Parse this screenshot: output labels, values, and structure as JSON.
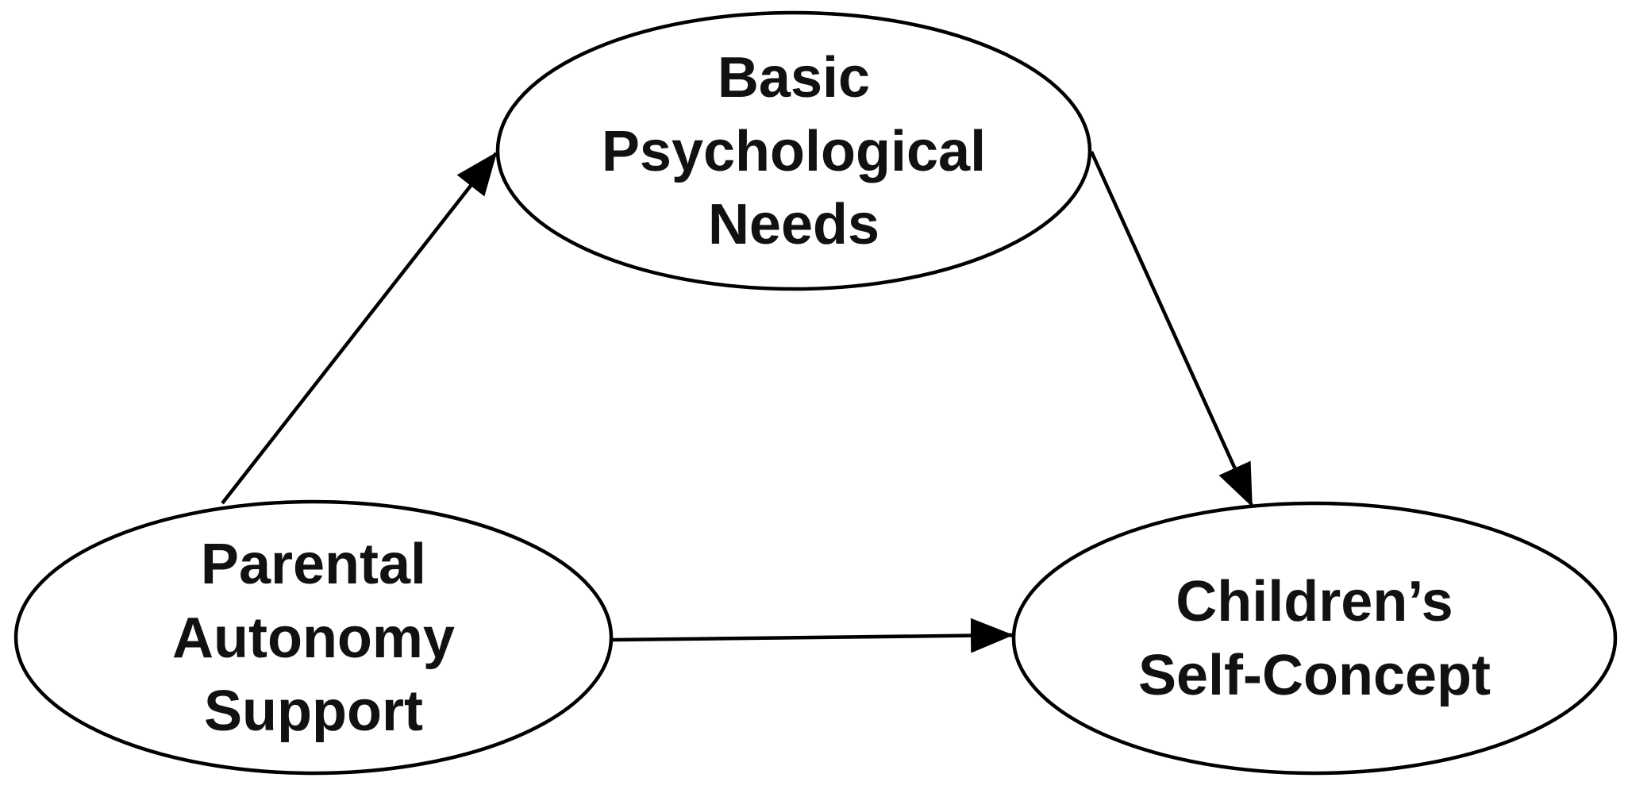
{
  "diagram": {
    "type": "path-model",
    "background_color": "#ffffff",
    "stroke_color": "#000000",
    "text_color": "#111111",
    "nodes": [
      {
        "id": "basic-psychological-needs",
        "shape": "ellipse",
        "lines": [
          "Basic",
          "Psychological",
          "Needs"
        ],
        "full_label": "Basic Psychological Needs"
      },
      {
        "id": "parental-autonomy-support",
        "shape": "ellipse",
        "lines": [
          "Parental",
          "Autonomy",
          "Support"
        ],
        "full_label": "Parental Autonomy Support"
      },
      {
        "id": "childrens-self-concept",
        "shape": "ellipse",
        "lines": [
          "Children’s",
          "Self-Concept"
        ],
        "full_label": "Children’s Self-Concept"
      }
    ],
    "edges": [
      {
        "from": "parental-autonomy-support",
        "to": "basic-psychological-needs",
        "style": "solid-arrow"
      },
      {
        "from": "basic-psychological-needs",
        "to": "childrens-self-concept",
        "style": "solid-arrow"
      },
      {
        "from": "parental-autonomy-support",
        "to": "childrens-self-concept",
        "style": "solid-arrow"
      }
    ]
  }
}
